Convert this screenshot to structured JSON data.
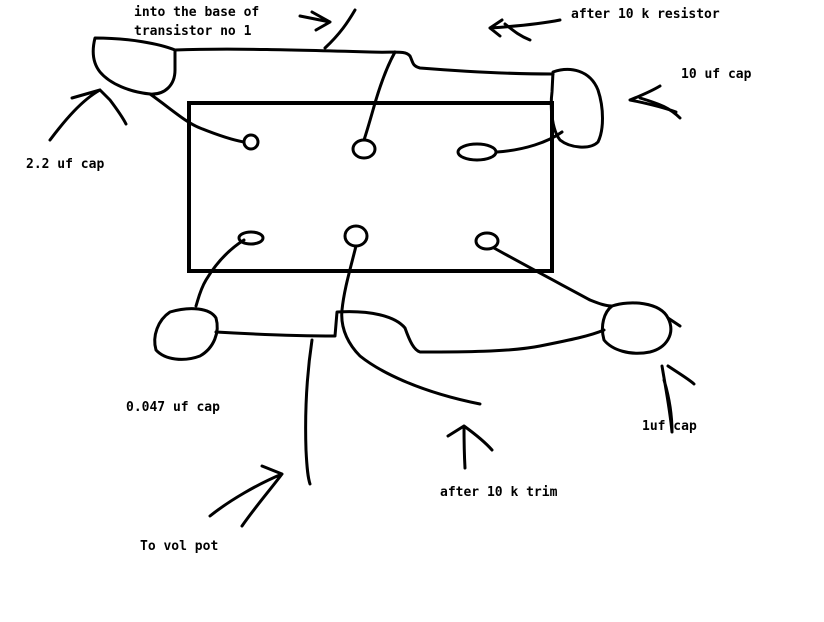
{
  "labels": {
    "base_line1": "into the base of",
    "base_line2": "transistor no 1",
    "after_10k_resistor": "after 10 k resistor",
    "cap_10uf": "10 uf cap",
    "cap_2_2uf": "2.2 uf cap",
    "cap_0_047uf": "0.047 uf cap",
    "cap_1uf": "1uf cap",
    "after_10k_trim": "after 10 k trim",
    "to_vol_pot": "To vol pot"
  }
}
